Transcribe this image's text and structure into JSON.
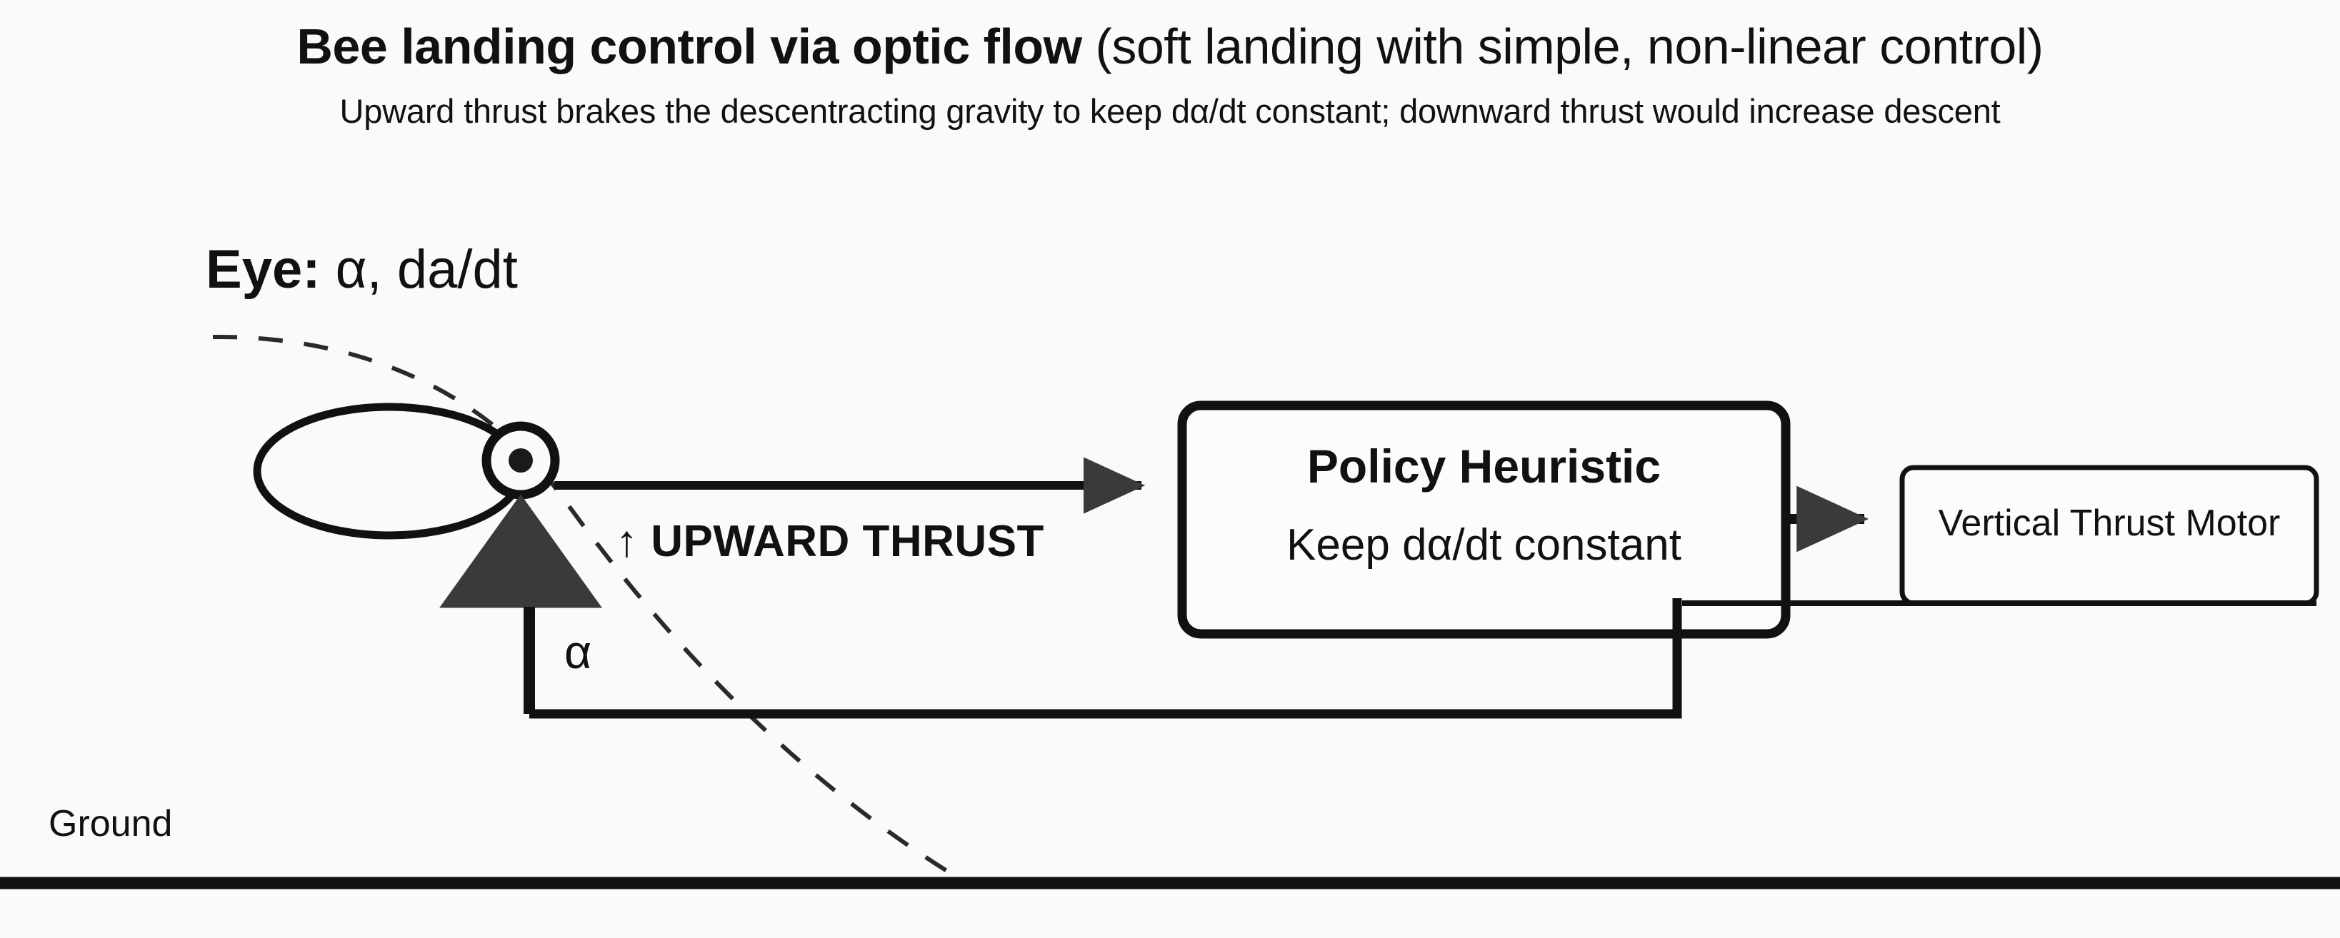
{
  "header": {
    "title_strong": "Bee landing control via optic flow",
    "title_light": " (soft landing with simple, non-linear control)",
    "subtitle": "Upward thrust brakes the descentracting gravity to keep dα/dt constant; downward thrust would increase descent"
  },
  "diagram": {
    "type": "control-loop-block-diagram",
    "eye_label_strong": "Eye:",
    "eye_label_light": " α, da/dt",
    "thrust_label": "↑ UPWARD THRUST",
    "alpha_label": "α",
    "ground_label": "Ground",
    "policy_box": {
      "title": "Policy Heuristic",
      "subtitle": "Keep dα/dt constant"
    },
    "motor_box": {
      "title": "Vertical Thrust Motor"
    },
    "nodes": [
      "bee-body",
      "bee-eye",
      "thrust-arrow",
      "policy-heuristic-box",
      "vertical-thrust-motor-box",
      "ground-line",
      "descent-trajectory"
    ],
    "edges": [
      {
        "from": "bee-eye",
        "to": "policy-heuristic-box",
        "label": "↑ UPWARD THRUST",
        "style": "solid-arrow"
      },
      {
        "from": "policy-heuristic-box",
        "to": "vertical-thrust-motor-box",
        "label": "",
        "style": "solid-arrow"
      },
      {
        "from": "vertical-thrust-motor-box",
        "to": "thrust-arrow",
        "label": "α",
        "style": "solid-feedback"
      },
      {
        "from": "descent-trajectory",
        "to": "ground-line",
        "label": "",
        "style": "dashed"
      }
    ],
    "colors": {
      "background": "#fafafa",
      "stroke": "#111111",
      "fill_arrow": "#3a3a3a",
      "box_fill": "#fcfcfc"
    }
  }
}
